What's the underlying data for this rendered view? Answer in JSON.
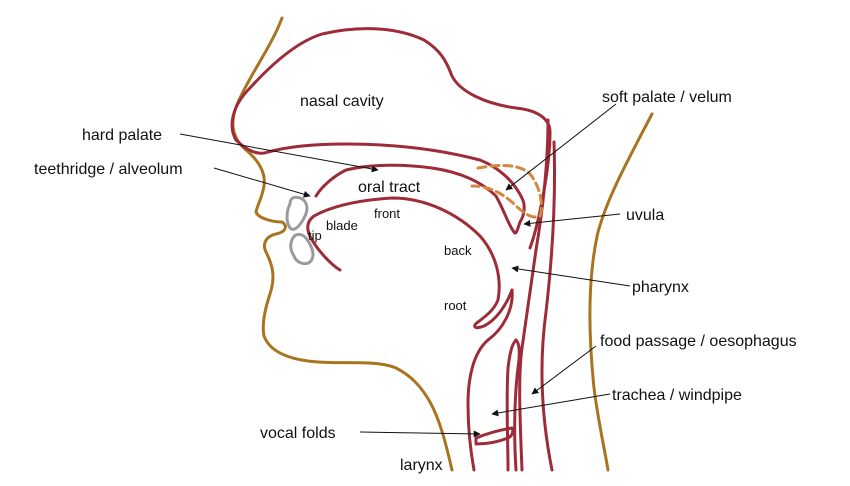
{
  "colors": {
    "skin": "#A8741F",
    "tract": "#9E2B38",
    "teeth": "#9A9A9A",
    "velum": "#D4873F",
    "text": "#111111"
  },
  "labels": {
    "nasal_cavity": "nasal cavity",
    "soft_palate": "soft palate / velum",
    "hard_palate": "hard palate",
    "teethridge": "teethridge / alveolum",
    "oral_tract": "oral tract",
    "front": "front",
    "blade": "blade",
    "tip": "tip",
    "uvula": "uvula",
    "back": "back",
    "pharynx": "pharynx",
    "root": "root",
    "food_passage": "food passage / oesophagus",
    "trachea": "trachea / windpipe",
    "vocal_folds": "vocal folds",
    "larynx": "larynx"
  }
}
